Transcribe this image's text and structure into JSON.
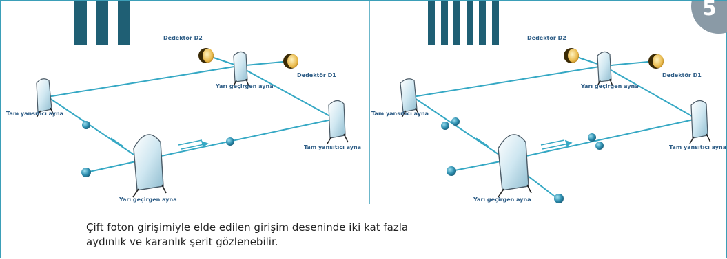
{
  "colors": {
    "beam": "#35a8c4",
    "fringe": "#1f5f74",
    "label": "#2e5d86",
    "border": "#3b9fb8",
    "badge": "#8a9aa6",
    "detector": "#e8b84a"
  },
  "badge": {
    "text": "5"
  },
  "left_panel": {
    "fringe_count": 3,
    "labels": {
      "detector_d2": "Dedektör D2",
      "detector_d1": "Dedektör D1",
      "upper_half_mirror": "Yarı geçirgen ayna",
      "left_full_mirror": "Tam yansıtıcı ayna",
      "right_full_mirror": "Tam yansıtıcı ayna",
      "bottom_half_mirror": "Yarı geçirgen ayna"
    }
  },
  "right_panel": {
    "fringe_count": 6,
    "labels": {
      "detector_d2": "Dedektör D2",
      "detector_d1": "Dedektör D1",
      "upper_half_mirror": "Yarı geçirgen ayna",
      "left_full_mirror": "Tam yansıtıcı ayna",
      "right_full_mirror": "Tam yansıtıcı ayna",
      "bottom_half_mirror": "Yarı geçirgen ayna"
    }
  },
  "caption": {
    "line1": "Çift foton girişimiyle elde edilen girişim deseninde iki kat fazla",
    "line2": "aydınlık ve karanlık şerit gözlenebilir."
  }
}
